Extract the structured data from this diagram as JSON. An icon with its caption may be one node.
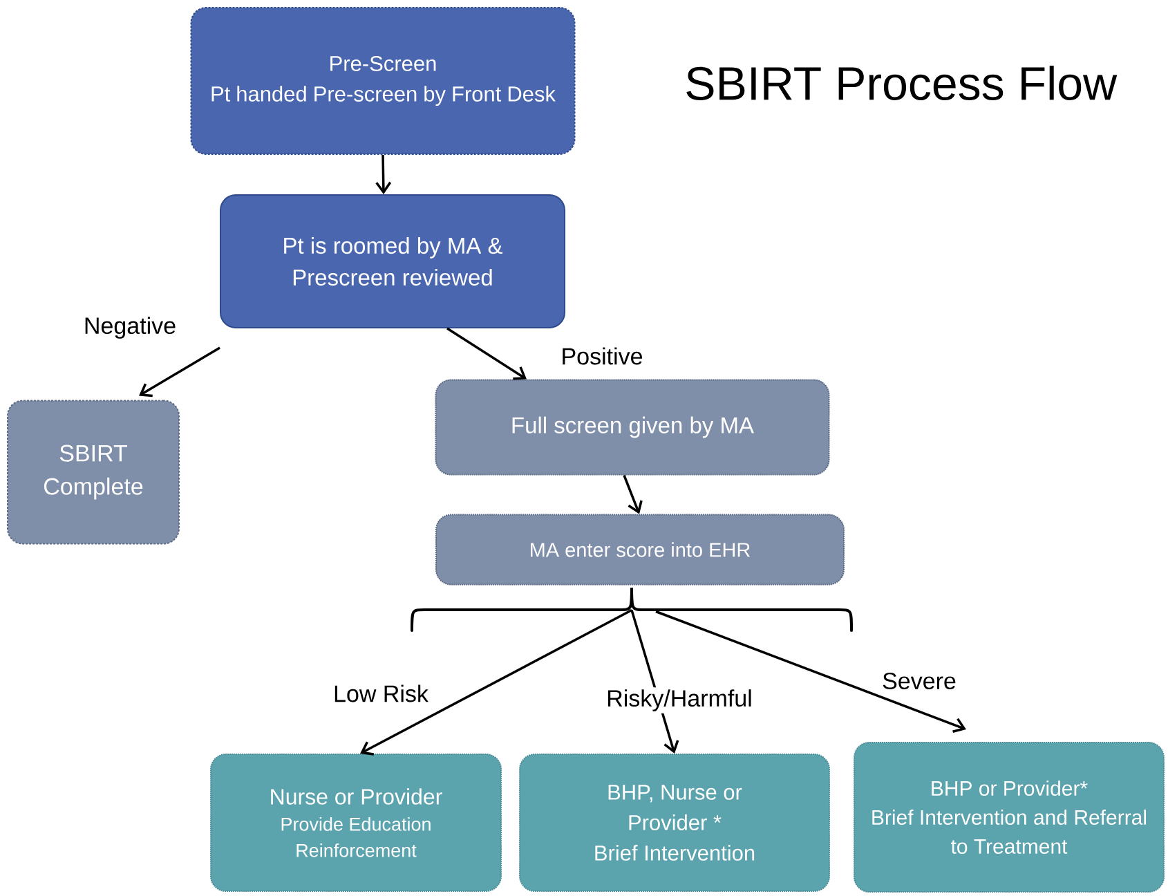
{
  "diagram": {
    "title": "SBIRT Process Flow",
    "nodes": [
      {
        "text": [
          "Pre-Screen",
          "Pt handed Pre-screen by Front Desk"
        ]
      },
      {
        "text": [
          "Pt is roomed by MA & Prescreen reviewed"
        ]
      },
      {
        "text": [
          "SBIRT Complete"
        ]
      },
      {
        "text": [
          "Full screen given by MA"
        ]
      },
      {
        "text": [
          "MA enter score into EHR"
        ]
      },
      {
        "text": [
          "Nurse or Provider",
          "Provide Education Reinforcement"
        ]
      },
      {
        "text": [
          "BHP, Nurse or Provider *",
          "Brief Intervention"
        ]
      },
      {
        "text": [
          "BHP or Provider*",
          "Brief Intervention and Referral to Treatment"
        ]
      }
    ],
    "edges": [
      {
        "from": 0,
        "to": 1,
        "arrow": "to"
      },
      {
        "from": 1,
        "to": 2,
        "arrow": "to",
        "label": "Negative"
      },
      {
        "from": 1,
        "to": 3,
        "arrow": "to",
        "label": "Positive"
      },
      {
        "from": 3,
        "to": 4,
        "arrow": "to"
      },
      {
        "from": 4,
        "to": 5,
        "arrow": "to",
        "label": "Low Risk"
      },
      {
        "from": 4,
        "to": 6,
        "arrow": "to",
        "label": "Risky/Harmful"
      },
      {
        "from": 4,
        "to": 7,
        "arrow": "to",
        "label": "Severe"
      }
    ]
  }
}
